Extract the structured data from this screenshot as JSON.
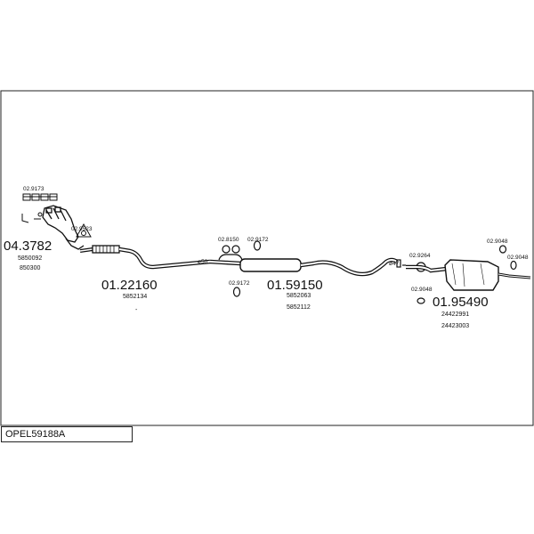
{
  "diagram_code": "OPEL59188A",
  "parts": {
    "manifold": {
      "number": "04.3782",
      "refs": [
        "5850092",
        "850300"
      ]
    },
    "front_pipe": {
      "number": "01.22160",
      "refs": [
        "5852134",
        "-"
      ]
    },
    "centre_silencer": {
      "number": "01.59150",
      "refs": [
        "5852063",
        "5852112"
      ]
    },
    "rear_silencer": {
      "number": "01.95490",
      "refs": [
        "24422991",
        "24423003"
      ]
    }
  },
  "fittings": {
    "gasket_set": "02.9173",
    "gasket_flange": "02.9523",
    "hanger_front": "02.8150",
    "rubber_front": "02.9172",
    "rubber_mid": "02.9172",
    "clamp_rear": "02.9264",
    "hanger_rear_left": "02.9048",
    "hanger_rear_top": "02.9048",
    "hanger_rear_right": "02.9048",
    "diameter_mark": "ø50",
    "diameter_mark_rear": "ø47"
  }
}
